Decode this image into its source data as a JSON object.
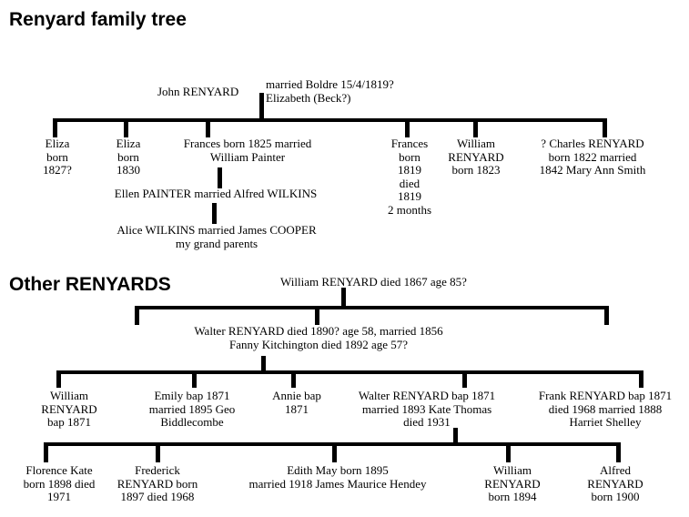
{
  "page": {
    "heading1": "Renyard family tree",
    "heading2": "Other RENYARDS"
  },
  "tree1": {
    "father": "John RENYARD",
    "marriage_note": [
      "married Boldre 15/4/1819?",
      "Elizabeth (Beck?)"
    ],
    "children": [
      [
        "Eliza",
        "born",
        "1827?"
      ],
      [
        "Eliza",
        "born",
        "1830"
      ],
      [
        "Frances born 1825 married",
        "William Painter"
      ],
      [
        "Frances",
        "born",
        "1819",
        "died",
        "1819",
        "2 months"
      ],
      [
        "William",
        "RENYARD",
        "born 1823"
      ],
      [
        "? Charles RENYARD",
        "born 1822 married",
        "1842 Mary Ann Smith"
      ]
    ],
    "ellen": "Ellen PAINTER married Alfred WILKINS",
    "alice": [
      "Alice WILKINS married James COOPER",
      "my grand parents"
    ]
  },
  "tree2": {
    "ancestor": "William RENYARD died 1867 age 85?",
    "couple": [
      "Walter  RENYARD died 1890? age 58, married 1856",
      "Fanny Kitchington died 1892 age 57?"
    ],
    "children": [
      [
        "William",
        "RENYARD",
        "bap 1871"
      ],
      [
        "Emily bap 1871",
        "married 1895 Geo",
        "Biddlecombe"
      ],
      [
        "Annie bap",
        "1871"
      ],
      [
        "Walter RENYARD bap 1871",
        "married 1893 Kate Thomas",
        "died 1931"
      ],
      [
        "Frank RENYARD bap 1871",
        "died 1968 married 1888",
        "Harriet Shelley"
      ]
    ],
    "grandchildren": [
      [
        "Florence Kate",
        "born 1898 died",
        "1971"
      ],
      [
        "Frederick",
        "RENYARD born",
        "1897 died 1968"
      ],
      [
        "Edith May born 1895",
        "married 1918 James Maurice Hendey"
      ],
      [
        "William",
        "RENYARD",
        "born 1894"
      ],
      [
        "Alfred",
        "RENYARD",
        "born 1900"
      ]
    ]
  }
}
